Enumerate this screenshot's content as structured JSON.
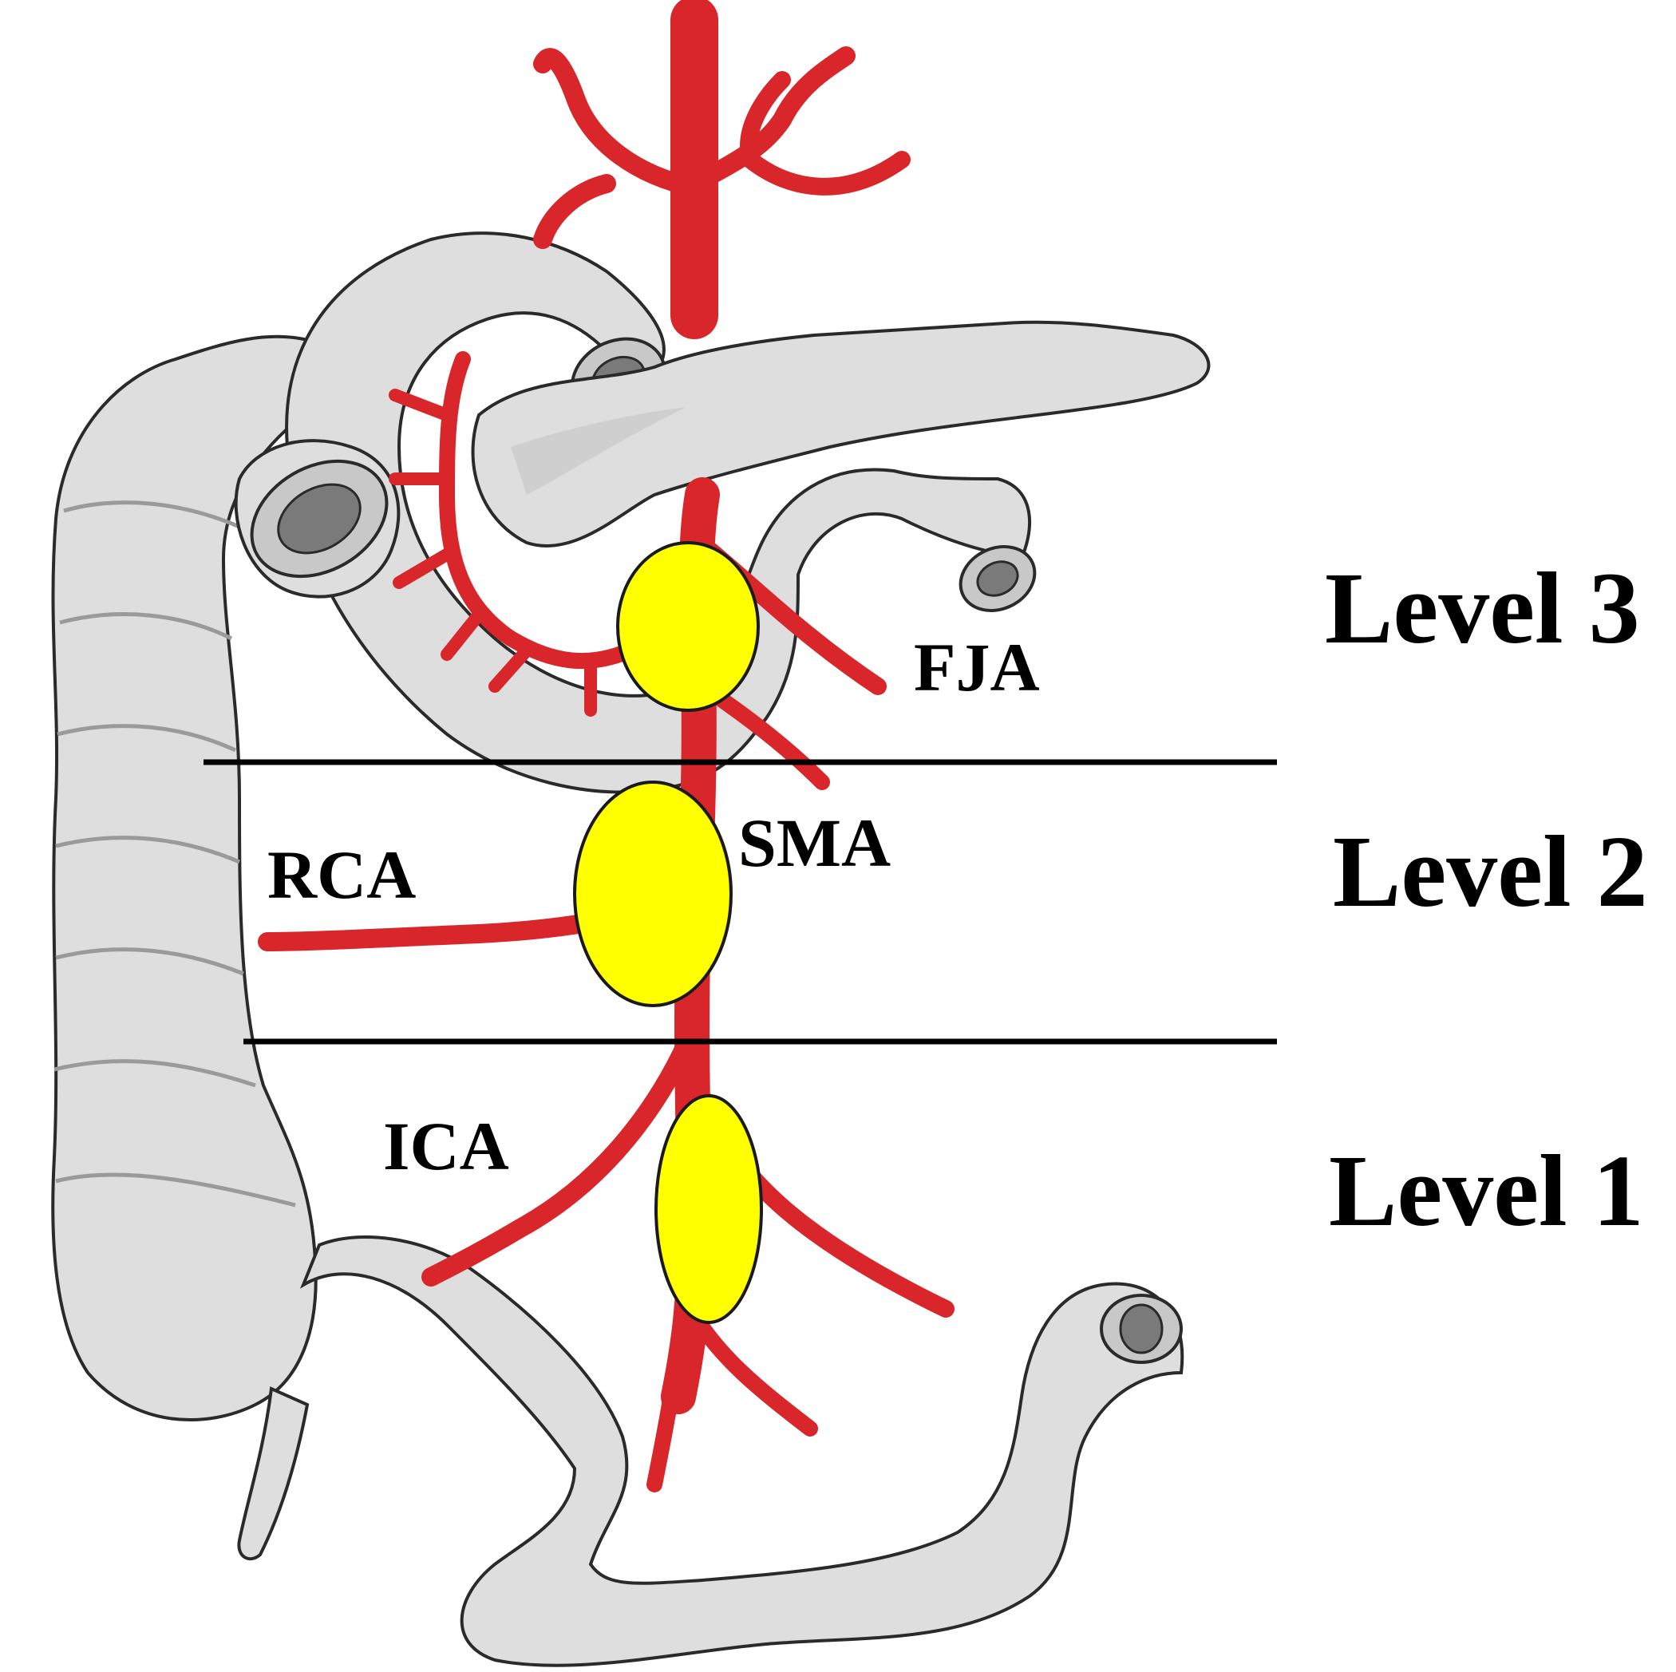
{
  "colors": {
    "artery": "#d8262a",
    "node_fill": "#ffff00",
    "divider": "#000000",
    "gut": "#dedede"
  },
  "levels": [
    {
      "id": "level-3",
      "label": "Level 3"
    },
    {
      "id": "level-2",
      "label": "Level 2"
    },
    {
      "id": "level-1",
      "label": "Level 1"
    }
  ],
  "vessels": {
    "fja": "FJA",
    "sma": "SMA",
    "rca": "RCA",
    "ica": "ICA"
  }
}
